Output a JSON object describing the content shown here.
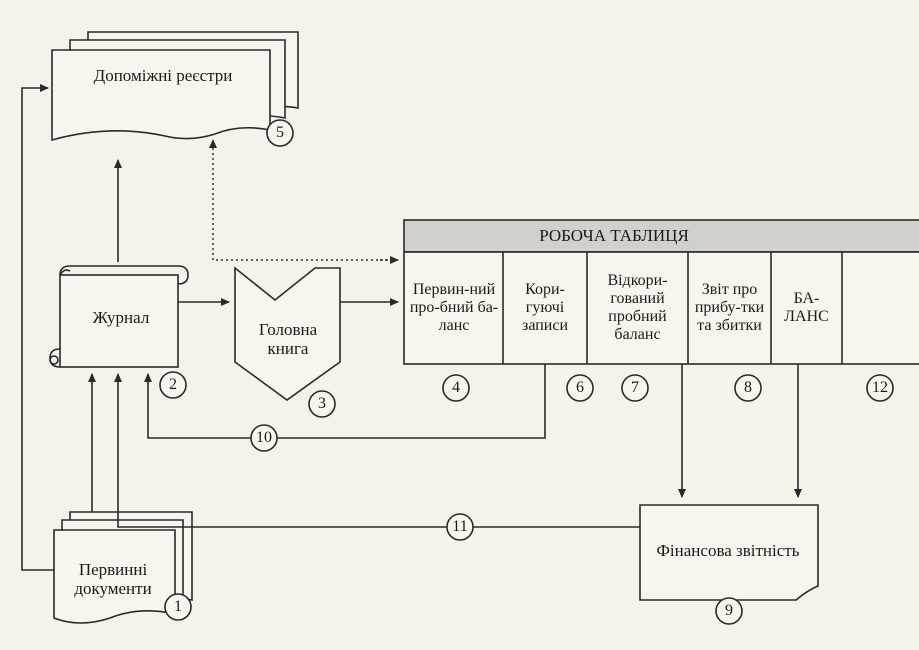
{
  "nodes": {
    "registers": "Допоміжні реєстри",
    "journal": "Журнал",
    "ledger": "Головна книга",
    "source_docs": "Первинні документи",
    "fin_reports": "Фінансова звітність"
  },
  "worksheet": {
    "title": "РОБОЧА ТАБЛИЦЯ",
    "columns": [
      "Первин-ний про-бний ба-ланс",
      "Кори-гуючі записи",
      "Відкори-гований пробний баланс",
      "Звіт про прибу-тки та збитки",
      "БА-ЛАНС",
      ""
    ]
  },
  "steps": [
    "1",
    "2",
    "3",
    "4",
    "5",
    "6",
    "7",
    "8",
    "9",
    "10",
    "11",
    "12"
  ],
  "colors": {
    "header_fill": "#d2d0cb",
    "line": "#2a2a2a",
    "paper": "#f4f2ea"
  }
}
